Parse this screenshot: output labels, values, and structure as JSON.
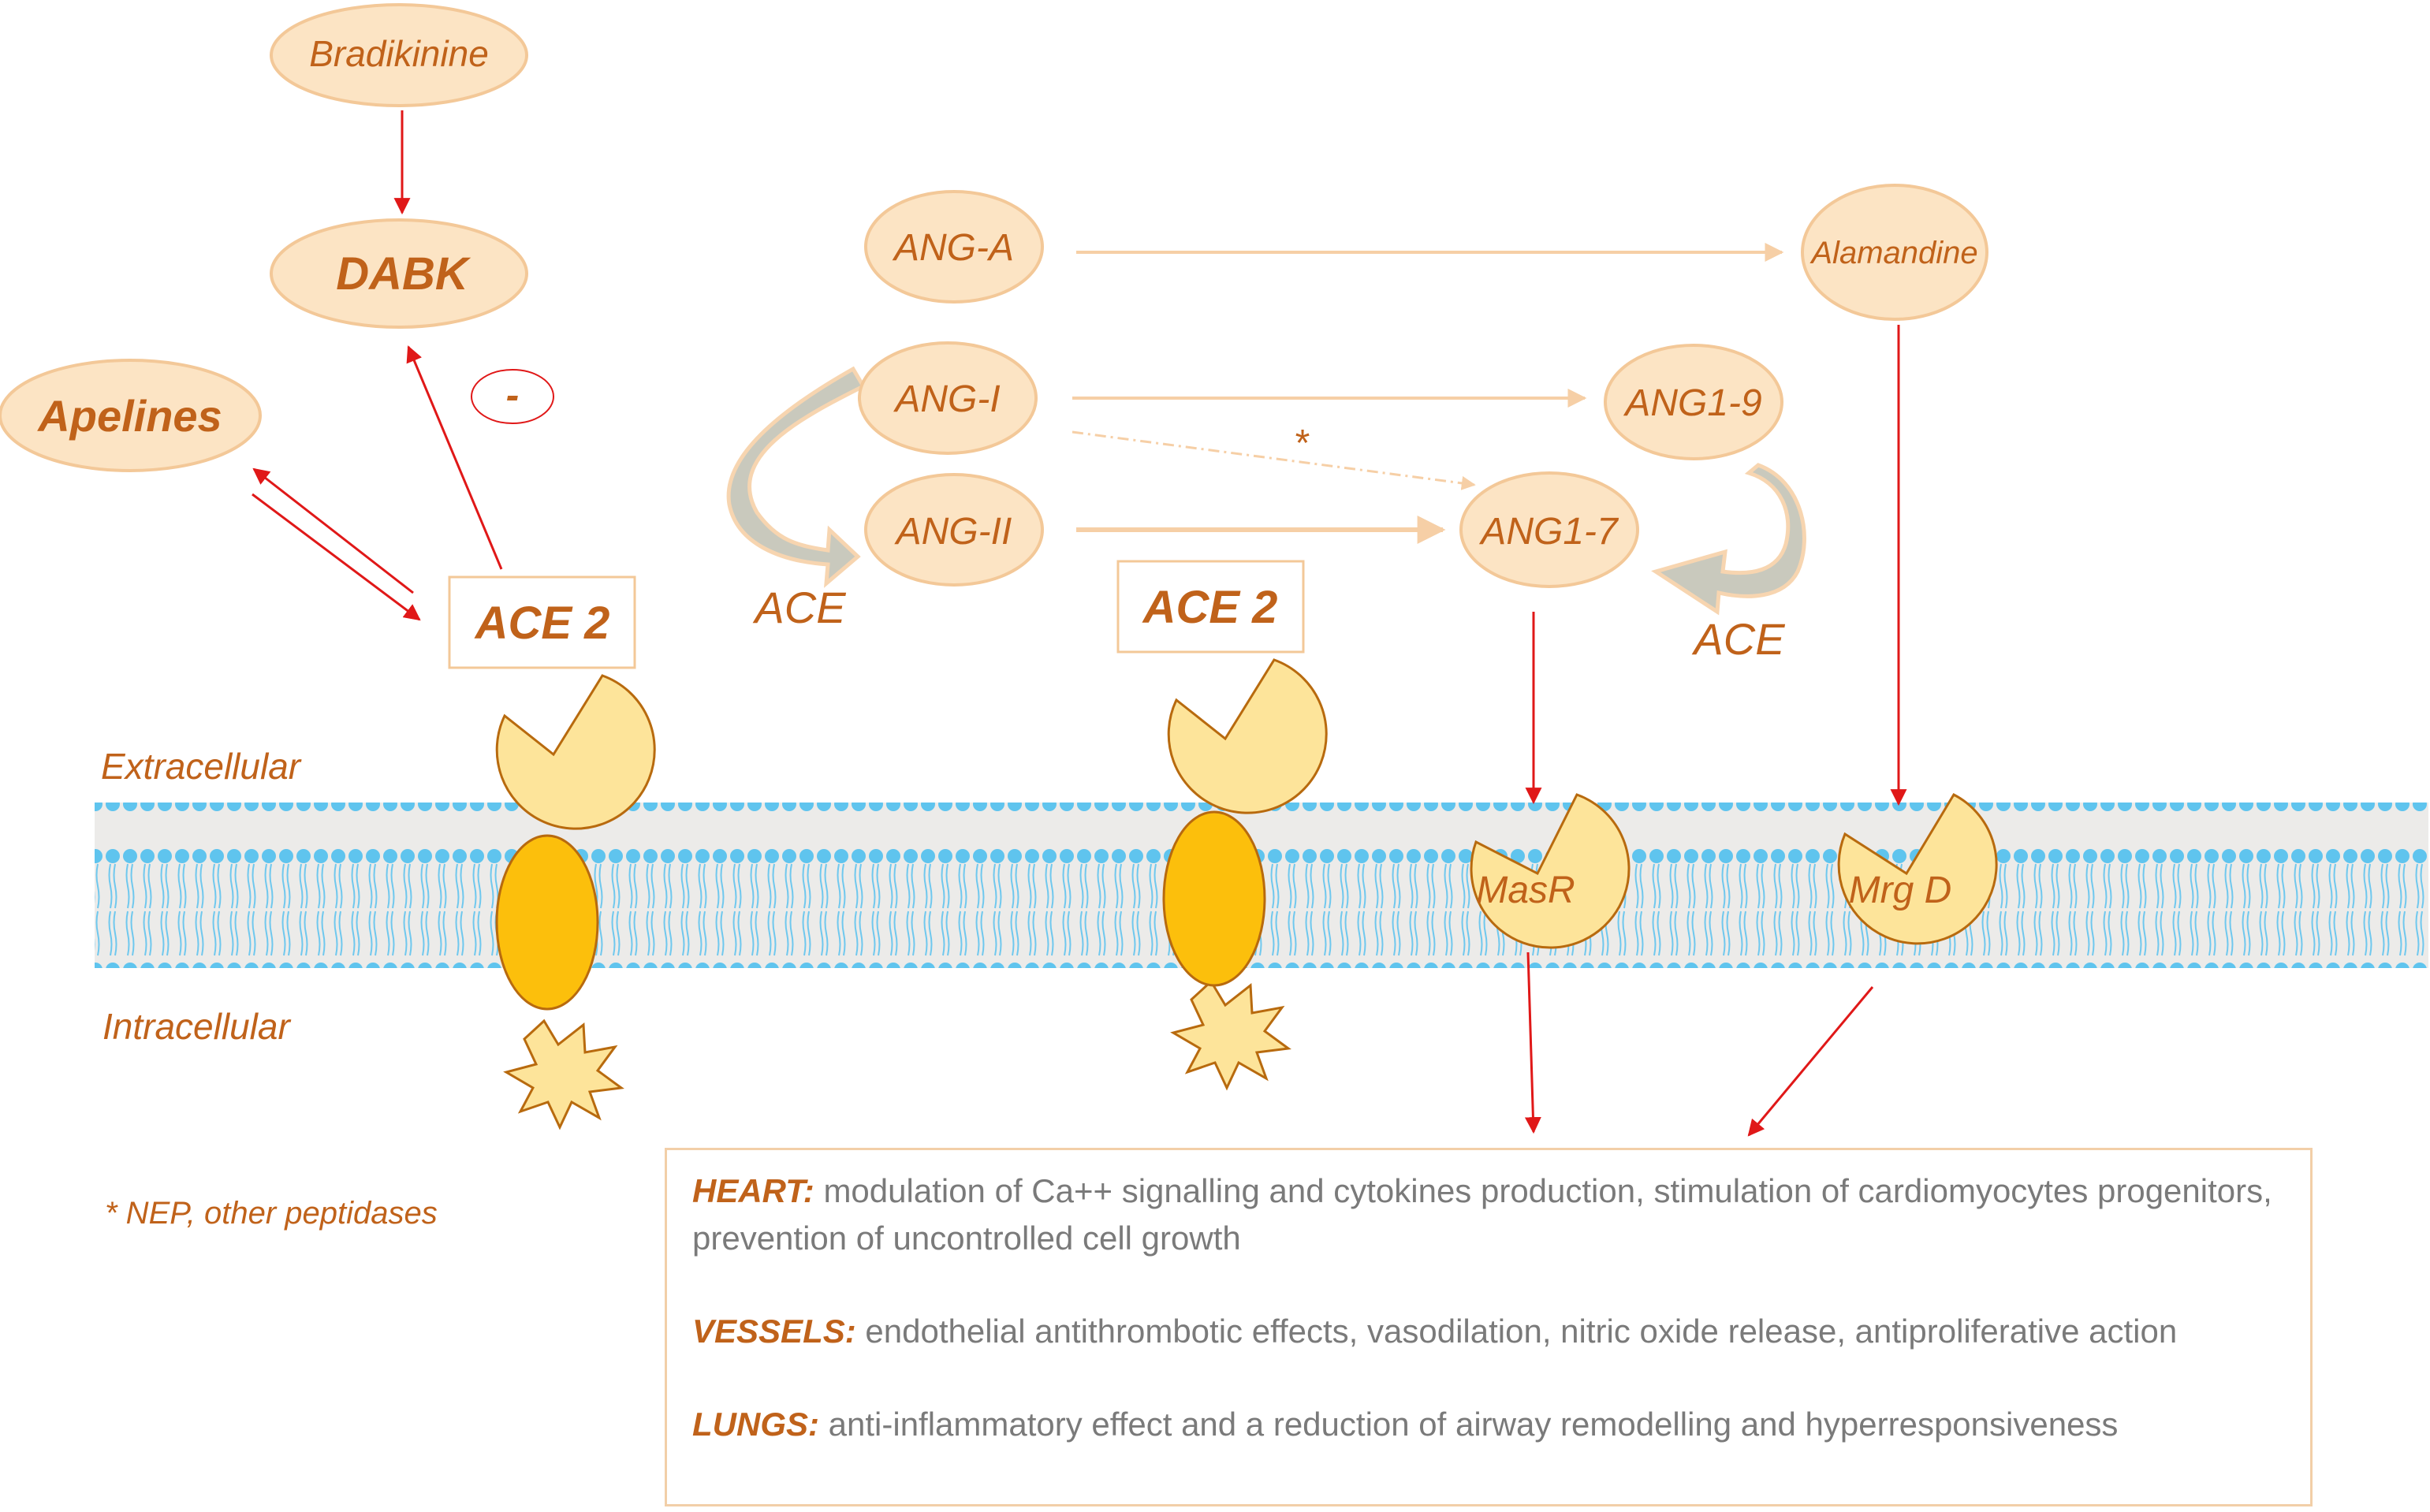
{
  "labels": {
    "bradikinine": "Bradikinine",
    "dabk": "DABK",
    "apelines": "Apelines",
    "minus": "-",
    "ace2_left": "ACE 2",
    "ace2_right": "ACE 2",
    "ang_a": "ANG-A",
    "ang_i": "ANG-I",
    "ang_ii": "ANG-II",
    "alamandine": "Alamandine",
    "ang1_9": "ANG1-9",
    "ang1_7": "ANG1-7",
    "star": "*",
    "ace_left": "ACE",
    "ace_right": "ACE",
    "extracellular": "Extracellular",
    "intracellular": "Intracellular",
    "masr": "MasR",
    "mrgd": "Mrg D",
    "footnote": "* NEP, other peptidases"
  },
  "effects": [
    {
      "organ": "HEART:",
      "text": " modulation of Ca++ signalling and cytokines production, stimulation of cardiomyocytes progenitors, prevention of uncontrolled cell growth"
    },
    {
      "organ": "VESSELS:",
      "text": " endothelial antithrombotic effects, vasodilation, nitric oxide release, antiproliferative action"
    },
    {
      "organ": "LUNGS:",
      "text": " anti-inflammatory effect and a reduction of airway remodelling and hyperresponsiveness"
    }
  ],
  "colors": {
    "text": "#c0621a",
    "node_fill": "#fce4c4",
    "node_stroke": "#f3c898",
    "arrow_red": "#e01818",
    "arrow_peach": "#f6cfa6",
    "membrane": "#5fc4ee",
    "receptor_top": "#fde49a",
    "receptor_bottom": "#fcbf0c",
    "receptor_stroke": "#b86a0e"
  }
}
